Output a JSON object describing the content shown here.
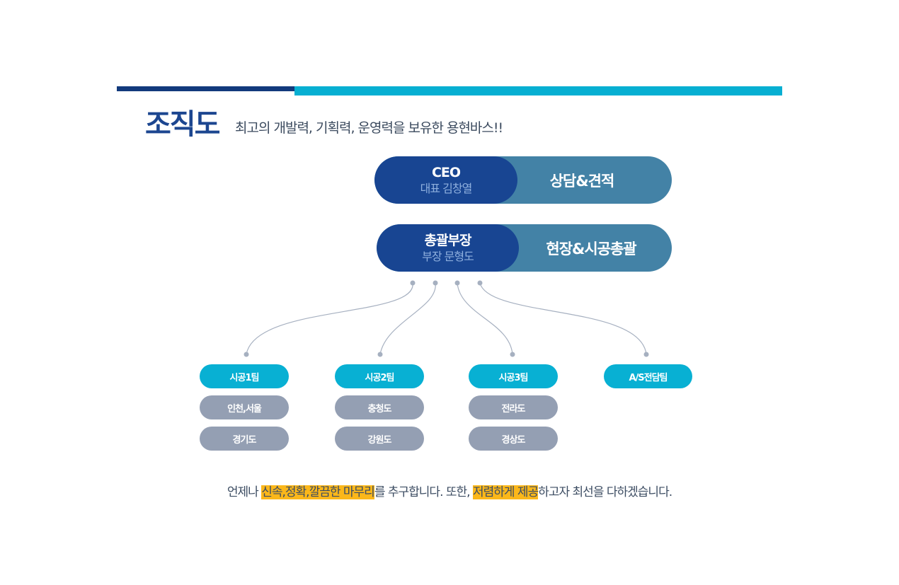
{
  "header": {
    "title": "조직도",
    "subtitle": "최고의 개발력, 기획력, 운영력을 보유한 용현바스!!"
  },
  "colors": {
    "accent_dark": "#123a7c",
    "accent_light": "#07afd2",
    "pill_left": "#184592",
    "pill_right": "#4382a6",
    "team_head": "#08b0d3",
    "team_region": "#949fb3",
    "highlight": "#fbb71a"
  },
  "org": {
    "ceo": {
      "name": "CEO",
      "person": "대표 김창열",
      "role": "상담&견적"
    },
    "general_manager": {
      "name": "총괄부장",
      "person": "부장 문형도",
      "role": "현장&시공총괄"
    }
  },
  "teams": [
    {
      "name": "시공1팀",
      "regions": [
        "인천,서울",
        "경기도"
      ]
    },
    {
      "name": "시공2팀",
      "regions": [
        "충청도",
        "강원도"
      ]
    },
    {
      "name": "시공3팀",
      "regions": [
        "전라도",
        "경상도"
      ]
    },
    {
      "name": "A/S전담팀",
      "regions": []
    }
  ],
  "footer": {
    "parts": [
      {
        "text": "언제나 ",
        "highlight": false
      },
      {
        "text": "신속,정확,깔끔한 마무리",
        "highlight": true
      },
      {
        "text": "를 추구합니다. 또한, ",
        "highlight": false
      },
      {
        "text": "저렴하게 제공",
        "highlight": true
      },
      {
        "text": "하고자 최선을 다하겠습니다.",
        "highlight": false
      }
    ]
  }
}
